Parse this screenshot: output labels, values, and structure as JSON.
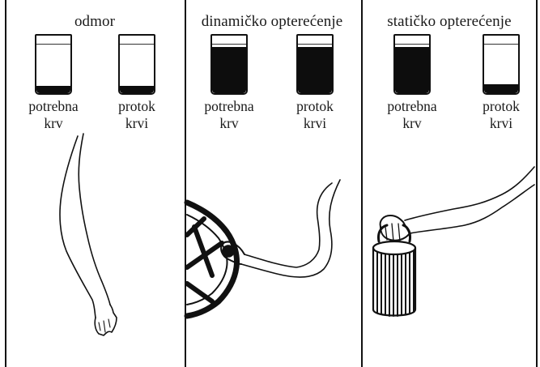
{
  "panels": [
    {
      "title": "odmor",
      "vessels": [
        {
          "label_line1": "potrebna",
          "label_line2": "krv",
          "fill_fraction": 0.12
        },
        {
          "label_line1": "protok",
          "label_line2": "krvi",
          "fill_fraction": 0.13
        }
      ]
    },
    {
      "title": "dinamičko opterećenje",
      "vessels": [
        {
          "label_line1": "potrebna",
          "label_line2": "krv",
          "fill_fraction": 0.8
        },
        {
          "label_line1": "protok",
          "label_line2": "krvi",
          "fill_fraction": 0.8
        }
      ]
    },
    {
      "title": "statičko opterećenje",
      "vessels": [
        {
          "label_line1": "potrebna",
          "label_line2": "krv",
          "fill_fraction": 0.8
        },
        {
          "label_line1": "protok",
          "label_line2": "krvi",
          "fill_fraction": 0.16
        }
      ]
    }
  ],
  "colors": {
    "ink": "#111111",
    "background": "#ffffff"
  }
}
